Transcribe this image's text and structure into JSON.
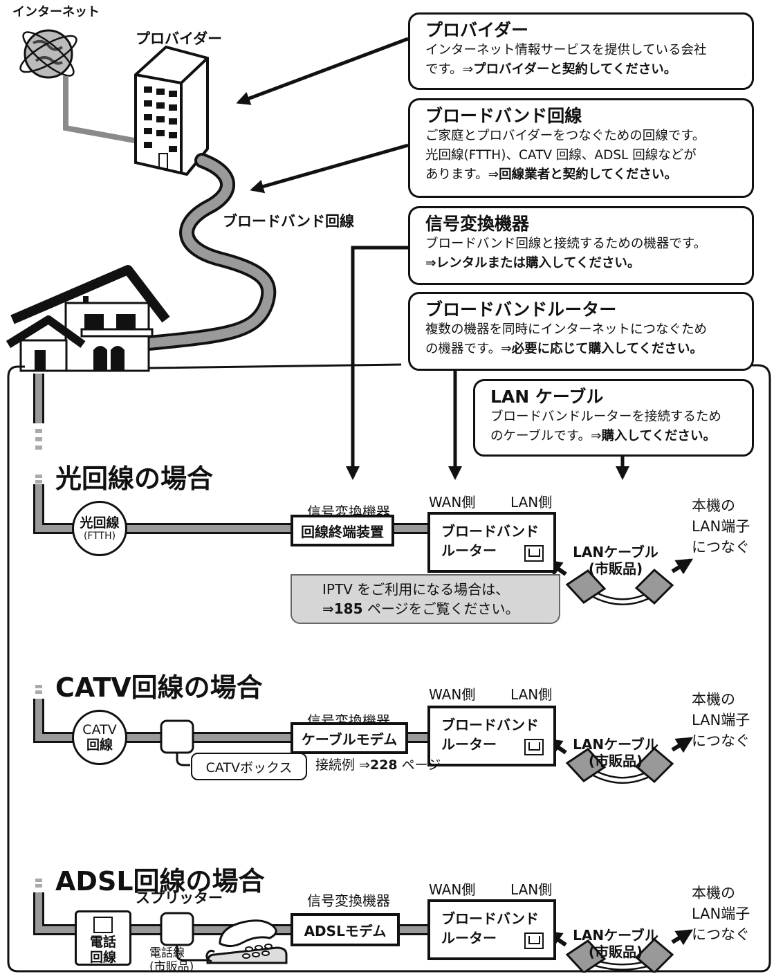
{
  "top": {
    "internet_label": "インターネット",
    "provider_label": "プロバイダー",
    "broadband_line_label": "ブロードバンド回線"
  },
  "callouts": {
    "provider": {
      "title": "プロバイダー",
      "line1": "インターネット情報サービスを提供している会社",
      "line2_plain": "です。⇒",
      "line2_bold": "プロバイダーと契約してください。"
    },
    "broadband": {
      "title": "ブロードバンド回線",
      "line1": "ご家庭とプロバイダーをつなぐための回線です。",
      "line2": "光回線(FTTH)、CATV 回線、ADSL 回線などが",
      "line3_plain": "あります。⇒",
      "line3_bold": "回線業者と契約してください。"
    },
    "converter": {
      "title": "信号変換機器",
      "line1": "ブロードバンド回線と接続するための機器です。",
      "line2_bold": "⇒レンタルまたは購入してください。"
    },
    "router": {
      "title": "ブロードバンドルーター",
      "line1": "複数の機器を同時にインターネットにつなぐため",
      "line2_plain": "の機器です。⇒",
      "line2_bold": "必要に応じて購入してください。"
    },
    "lan": {
      "title": "LAN ケーブル",
      "line1": "ブロードバンドルーターを接続するため",
      "line2_plain": "のケーブルです。⇒",
      "line2_bold": "購入してください。"
    }
  },
  "sections": [
    {
      "title": "光回線の場合",
      "line_main": "光回線",
      "line_sub": "(FTTH)",
      "converter_caption": "信号変換機器",
      "device": "回線終端装置",
      "wan": "WAN側",
      "lan_side": "LAN側",
      "router_line1": "ブロードバンド",
      "router_line2": "ルーター",
      "cable_line1": "LANケーブル",
      "cable_line2": "(市販品)",
      "dest_line1": "本機の",
      "dest_line2": "LAN端子",
      "dest_line3": "につなぐ"
    },
    {
      "title": "CATV回線の場合",
      "line_main": "CATV",
      "line_sub": "回線",
      "converter_caption": "信号変換機器",
      "device": "ケーブルモデム",
      "wan": "WAN側",
      "lan_side": "LAN側",
      "router_line1": "ブロードバンド",
      "router_line2": "ルーター",
      "cable_line1": "LANケーブル",
      "cable_line2": "(市販品)",
      "dest_line1": "本機の",
      "dest_line2": "LAN端子",
      "dest_line3": "につなぐ"
    },
    {
      "title": "ADSL回線の場合",
      "line_main": "電話",
      "line_sub": "回線",
      "converter_caption": "信号変換機器",
      "device": "ADSLモデム",
      "wan": "WAN側",
      "lan_side": "LAN側",
      "router_line1": "ブロードバンド",
      "router_line2": "ルーター",
      "cable_line1": "LANケーブル",
      "cable_line2": "(市販品)",
      "dest_line1": "本機の",
      "dest_line2": "LAN端子",
      "dest_line3": "につなぐ"
    }
  ],
  "iptv_note": {
    "line1": "IPTV をご利用になる場合は、",
    "line2_prefix": "⇒",
    "line2_page": "185",
    "line2_suffix": " ページをご覧ください。"
  },
  "catv_box": {
    "label": "CATVボックス",
    "example_prefix": "接続例 ⇒",
    "example_page": "228",
    "example_suffix": " ページ"
  },
  "adsl_extra": {
    "splitter": "スプリッター",
    "phone_line1": "電話線",
    "phone_line2": "(市販品)"
  },
  "colors": {
    "line_gray": "#9a9a9a",
    "outline": "#111111",
    "note_bg": "#d6d6d6"
  }
}
